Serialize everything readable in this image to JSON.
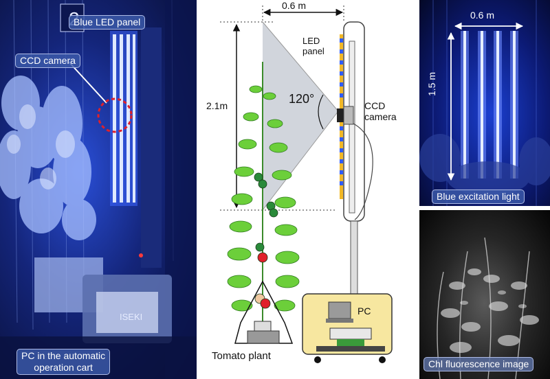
{
  "photo_left": {
    "label_led": "Blue LED panel",
    "label_camera": "CCD camera",
    "label_pc_line1": "PC in the automatic",
    "label_pc_line2": "operation cart",
    "cart_brand": "ISEKI",
    "pole_number": "2"
  },
  "diagram": {
    "width_label": "0.6 m",
    "height_label": "2.1m",
    "angle_label": "120°",
    "led_label_line1": "LED",
    "led_label_line2": "panel",
    "camera_label_line1": "CCD",
    "camera_label_line2": "camera",
    "pc_label": "PC",
    "plant_label": "Tomato plant"
  },
  "photo_top_right": {
    "width_label": "0.6 m",
    "height_label": "1.5 m",
    "caption": "Blue excitation light"
  },
  "photo_bottom_right": {
    "caption": "Chl fluorescence image"
  },
  "colors": {
    "led_blue": "#2f5cff",
    "leaf_green": "#6ccf3a",
    "pc_box": "#f7e7a0",
    "circle_red": "#e0202a"
  }
}
